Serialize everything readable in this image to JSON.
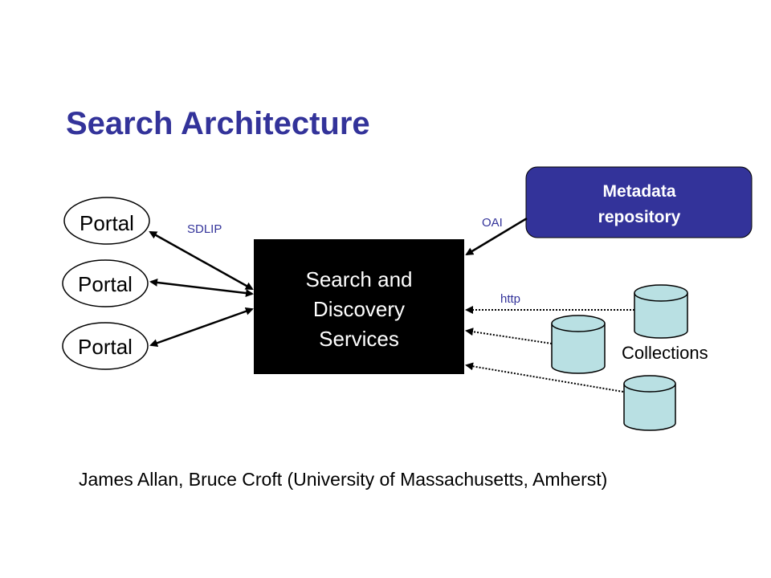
{
  "title": "Search Architecture",
  "portals": [
    "Portal",
    "Portal",
    "Portal"
  ],
  "protocols": {
    "sdlip": "SDLIP",
    "oai": "OAI",
    "http": "http"
  },
  "search_services": {
    "line1": "Search and",
    "line2": "Discovery",
    "line3": "Services"
  },
  "metadata_repository": {
    "line1": "Metadata",
    "line2": "repository"
  },
  "collections_label": "Collections",
  "credit": "James Allan, Bruce Croft (University of Massachusetts, Amherst)",
  "colors": {
    "title": "#33339a",
    "repository_fill": "#33339a",
    "cylinder_fill": "#b9e0e3",
    "protocol_label": "#33339a",
    "services_fill": "#000000"
  }
}
